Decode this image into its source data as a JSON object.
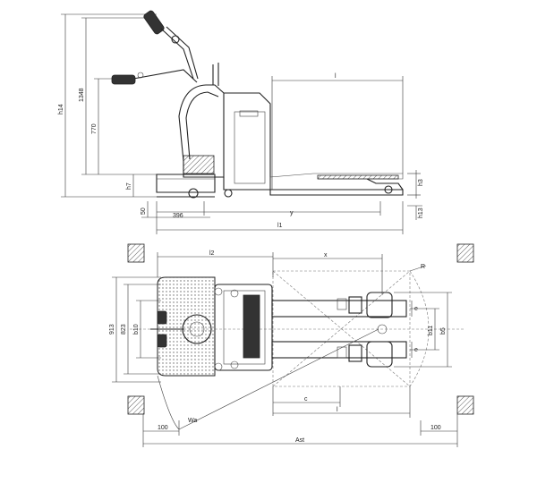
{
  "side_view": {
    "h14": "h14",
    "h14_value": "1348",
    "h_770": "770",
    "h7": "h7",
    "h3": "h3",
    "h13": "h13",
    "d50": "50",
    "d396": "396",
    "y": "y",
    "l": "l",
    "l1": "l1"
  },
  "top_view": {
    "l2": "l2",
    "x": "x",
    "b1_913": "913",
    "b_823": "823",
    "b10": "b10",
    "b11": "b11",
    "b5": "b5",
    "e_top": "e",
    "e_bottom": "e",
    "r": "R",
    "c": "c",
    "l_bottom": "l",
    "wa": "Wa",
    "clear_left": "100",
    "clear_right": "100",
    "ast": "Ast"
  }
}
